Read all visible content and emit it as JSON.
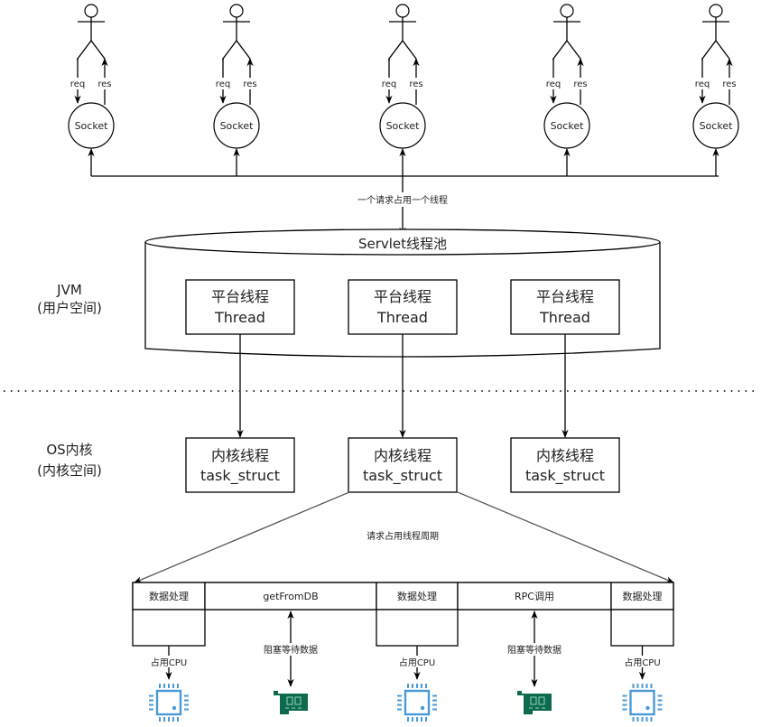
{
  "clients": [
    {
      "req": "req",
      "res": "res",
      "socket": "Socket"
    },
    {
      "req": "req",
      "res": "res",
      "socket": "Socket"
    },
    {
      "req": "req",
      "res": "res",
      "socket": "Socket"
    },
    {
      "req": "req",
      "res": "res",
      "socket": "Socket"
    },
    {
      "req": "req",
      "res": "res",
      "socket": "Socket"
    }
  ],
  "bus_label": "一个请求占用一个线程",
  "thread_pool": {
    "title": "Servlet线程池",
    "threads": [
      {
        "line1": "平台线程",
        "line2": "Thread"
      },
      {
        "line1": "平台线程",
        "line2": "Thread"
      },
      {
        "line1": "平台线程",
        "line2": "Thread"
      }
    ]
  },
  "jvm_label": {
    "line1": "JVM",
    "line2": "(用户空间)"
  },
  "os_label": {
    "line1": "OS内核",
    "line2": "(内核空间)"
  },
  "kernel_threads": [
    {
      "line1": "内核线程",
      "line2": "task_struct"
    },
    {
      "line1": "内核线程",
      "line2": "task_struct"
    },
    {
      "line1": "内核线程",
      "line2": "task_struct"
    }
  ],
  "lifecycle_label": "请求占用线程周期",
  "timeline": [
    {
      "label": "数据处理",
      "kind": "cpu",
      "edge_label": "占用CPU",
      "icon": "cpu-icon"
    },
    {
      "label": "getFromDB",
      "kind": "io",
      "edge_label": "阻塞等待数据",
      "icon": "network-card-icon"
    },
    {
      "label": "数据处理",
      "kind": "cpu",
      "edge_label": "占用CPU",
      "icon": "cpu-icon"
    },
    {
      "label": "RPC调用",
      "kind": "io",
      "edge_label": "阻塞等待数据",
      "icon": "network-card-icon"
    },
    {
      "label": "数据处理",
      "kind": "cpu",
      "edge_label": "占用CPU",
      "icon": "cpu-icon"
    }
  ],
  "colors": {
    "cpu": "#4a9ad9",
    "nic": "#0e6a4f",
    "line": "#000000"
  }
}
